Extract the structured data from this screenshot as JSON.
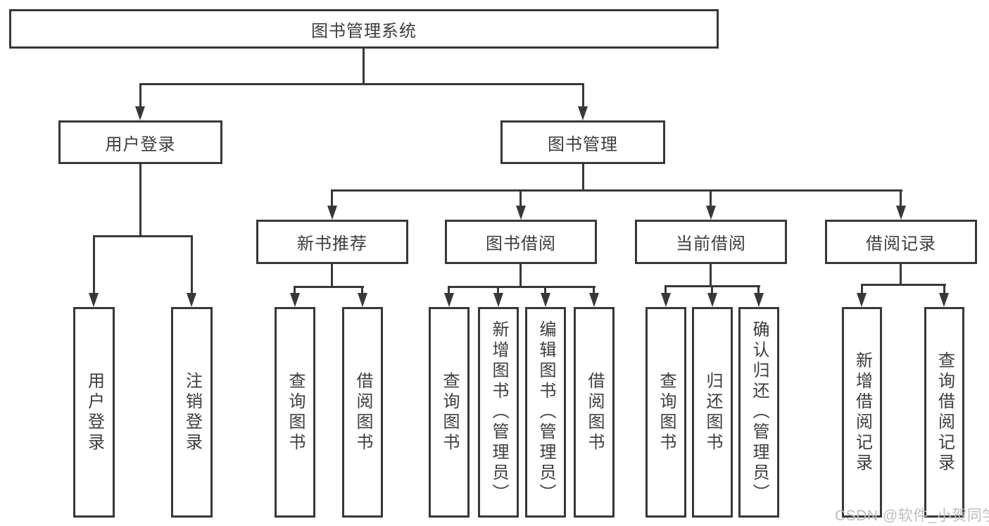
{
  "diagram": {
    "root": "图书管理系统",
    "level2": {
      "user": "用户登录",
      "book": "图书管理"
    },
    "level3": {
      "rec": "新书推荐",
      "borrow": "图书借阅",
      "current": "当前借阅",
      "record": "借阅记录"
    },
    "leaves": {
      "user": [
        "用户登录",
        "注销登录"
      ],
      "rec": [
        "查询图书",
        "借阅图书"
      ],
      "borrow": [
        "查询图书",
        "新增图书（管理员）",
        "编辑图书（管理员）",
        "借阅图书"
      ],
      "current": [
        "查询图书",
        "归还图书",
        "确认归还（管理员）"
      ],
      "record": [
        "新增借阅记录",
        "查询借阅记录"
      ]
    }
  },
  "watermark": "CSDN @软件_小贺同学",
  "colors": {
    "line": "#383838",
    "text": "#3d3d3d",
    "watermark": "#bdbdbd",
    "bg": "#ffffff"
  }
}
